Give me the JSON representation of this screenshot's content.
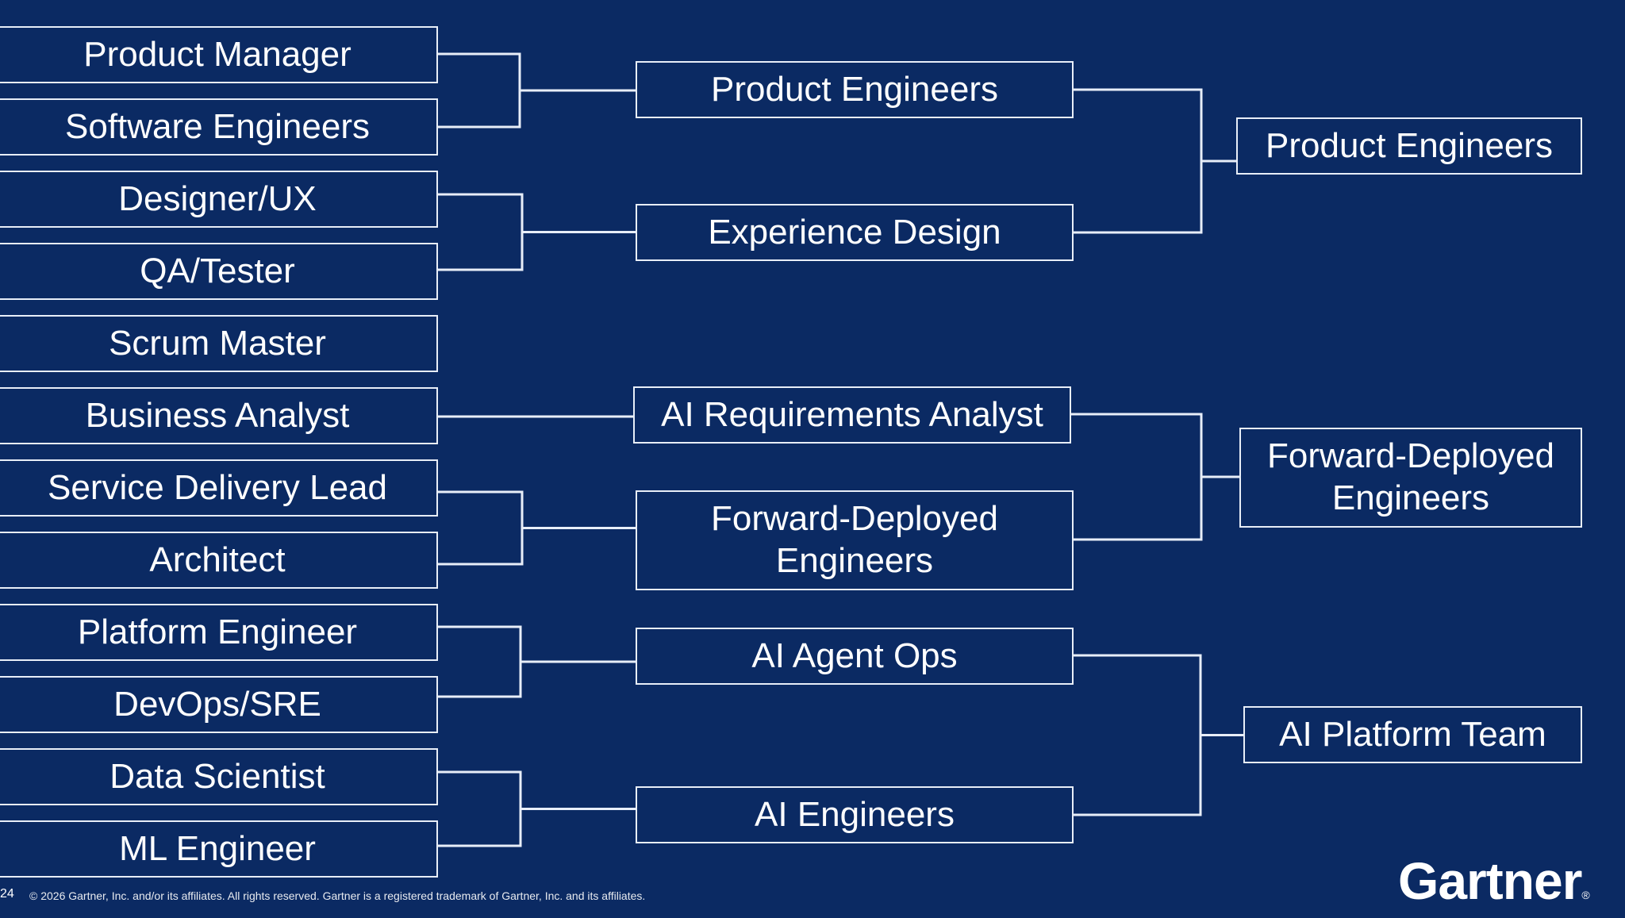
{
  "roles": [
    "Product Manager",
    "Software Engineers",
    "Designer/UX",
    "QA/Tester",
    "Scrum Master",
    "Business Analyst",
    "Service Delivery Lead",
    "Architect",
    "Platform Engineer",
    "DevOps/SRE",
    "Data Scientist",
    "ML Engineer"
  ],
  "intermediate": [
    "Product Engineers",
    "Experience Design",
    "AI Requirements Analyst",
    "Forward-Deployed Engineers",
    "AI Agent Ops",
    "AI Engineers"
  ],
  "final": [
    "Product Engineers",
    "Forward-Deployed Engineers",
    "AI Platform Team"
  ],
  "footer": {
    "page": "24",
    "copyright": "© 2026 Gartner, Inc. and/or its affiliates. All rights reserved. Gartner is a registered trademark of Gartner, Inc. and its affiliates.",
    "brand": "Gartner",
    "brand_mark": "®"
  },
  "colors": {
    "background": "#0b2a63",
    "line": "#e8eef8",
    "text": "#ffffff"
  }
}
